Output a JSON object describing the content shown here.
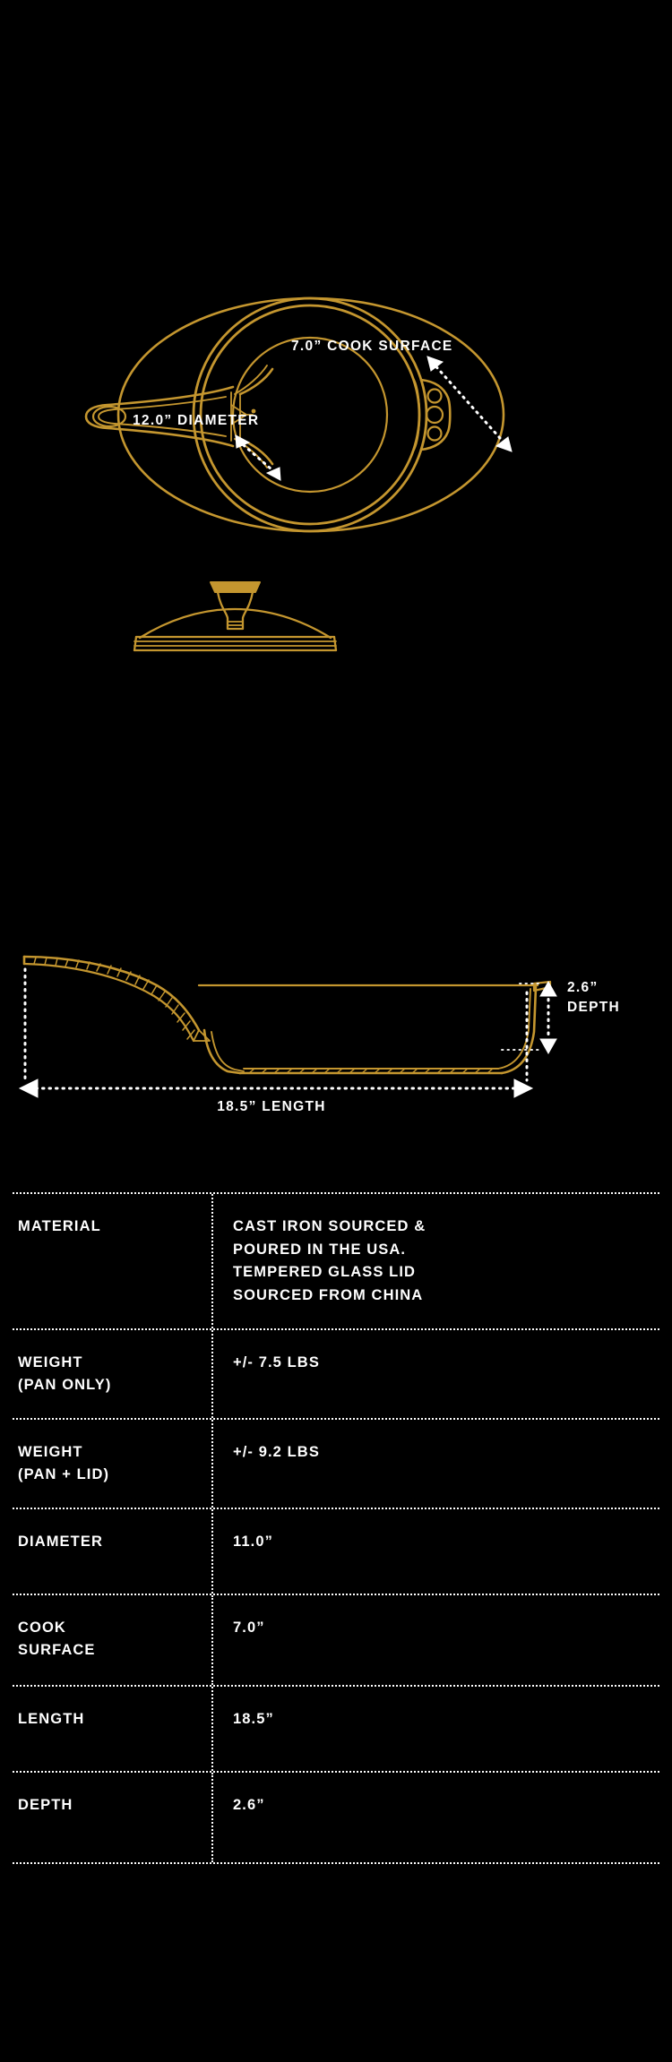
{
  "theme": {
    "background": "#000000",
    "line_color": "#C4962F",
    "text_color": "#FFFFFF"
  },
  "annotations": {
    "cook_surface": "7.0” COOK SURFACE",
    "diameter": "12.0” DIAMETER",
    "depth": "2.6”\nDEPTH",
    "length": "18.5” LENGTH"
  },
  "spec_table": {
    "rows": [
      {
        "label": "MATERIAL",
        "value": "CAST IRON SOURCED &\nPOURED IN THE USA.\nTEMPERED GLASS LID\nSOURCED FROM CHINA"
      },
      {
        "label": "WEIGHT\n(PAN ONLY)",
        "value": "+/- 7.5 LBS"
      },
      {
        "label": "WEIGHT\n(PAN + LID)",
        "value": "+/- 9.2 LBS"
      },
      {
        "label": "DIAMETER",
        "value": "11.0”"
      },
      {
        "label": "COOK\nSURFACE",
        "value": "7.0”"
      },
      {
        "label": "LENGTH",
        "value": "18.5”"
      },
      {
        "label": "DEPTH",
        "value": "2.6”"
      }
    ]
  }
}
